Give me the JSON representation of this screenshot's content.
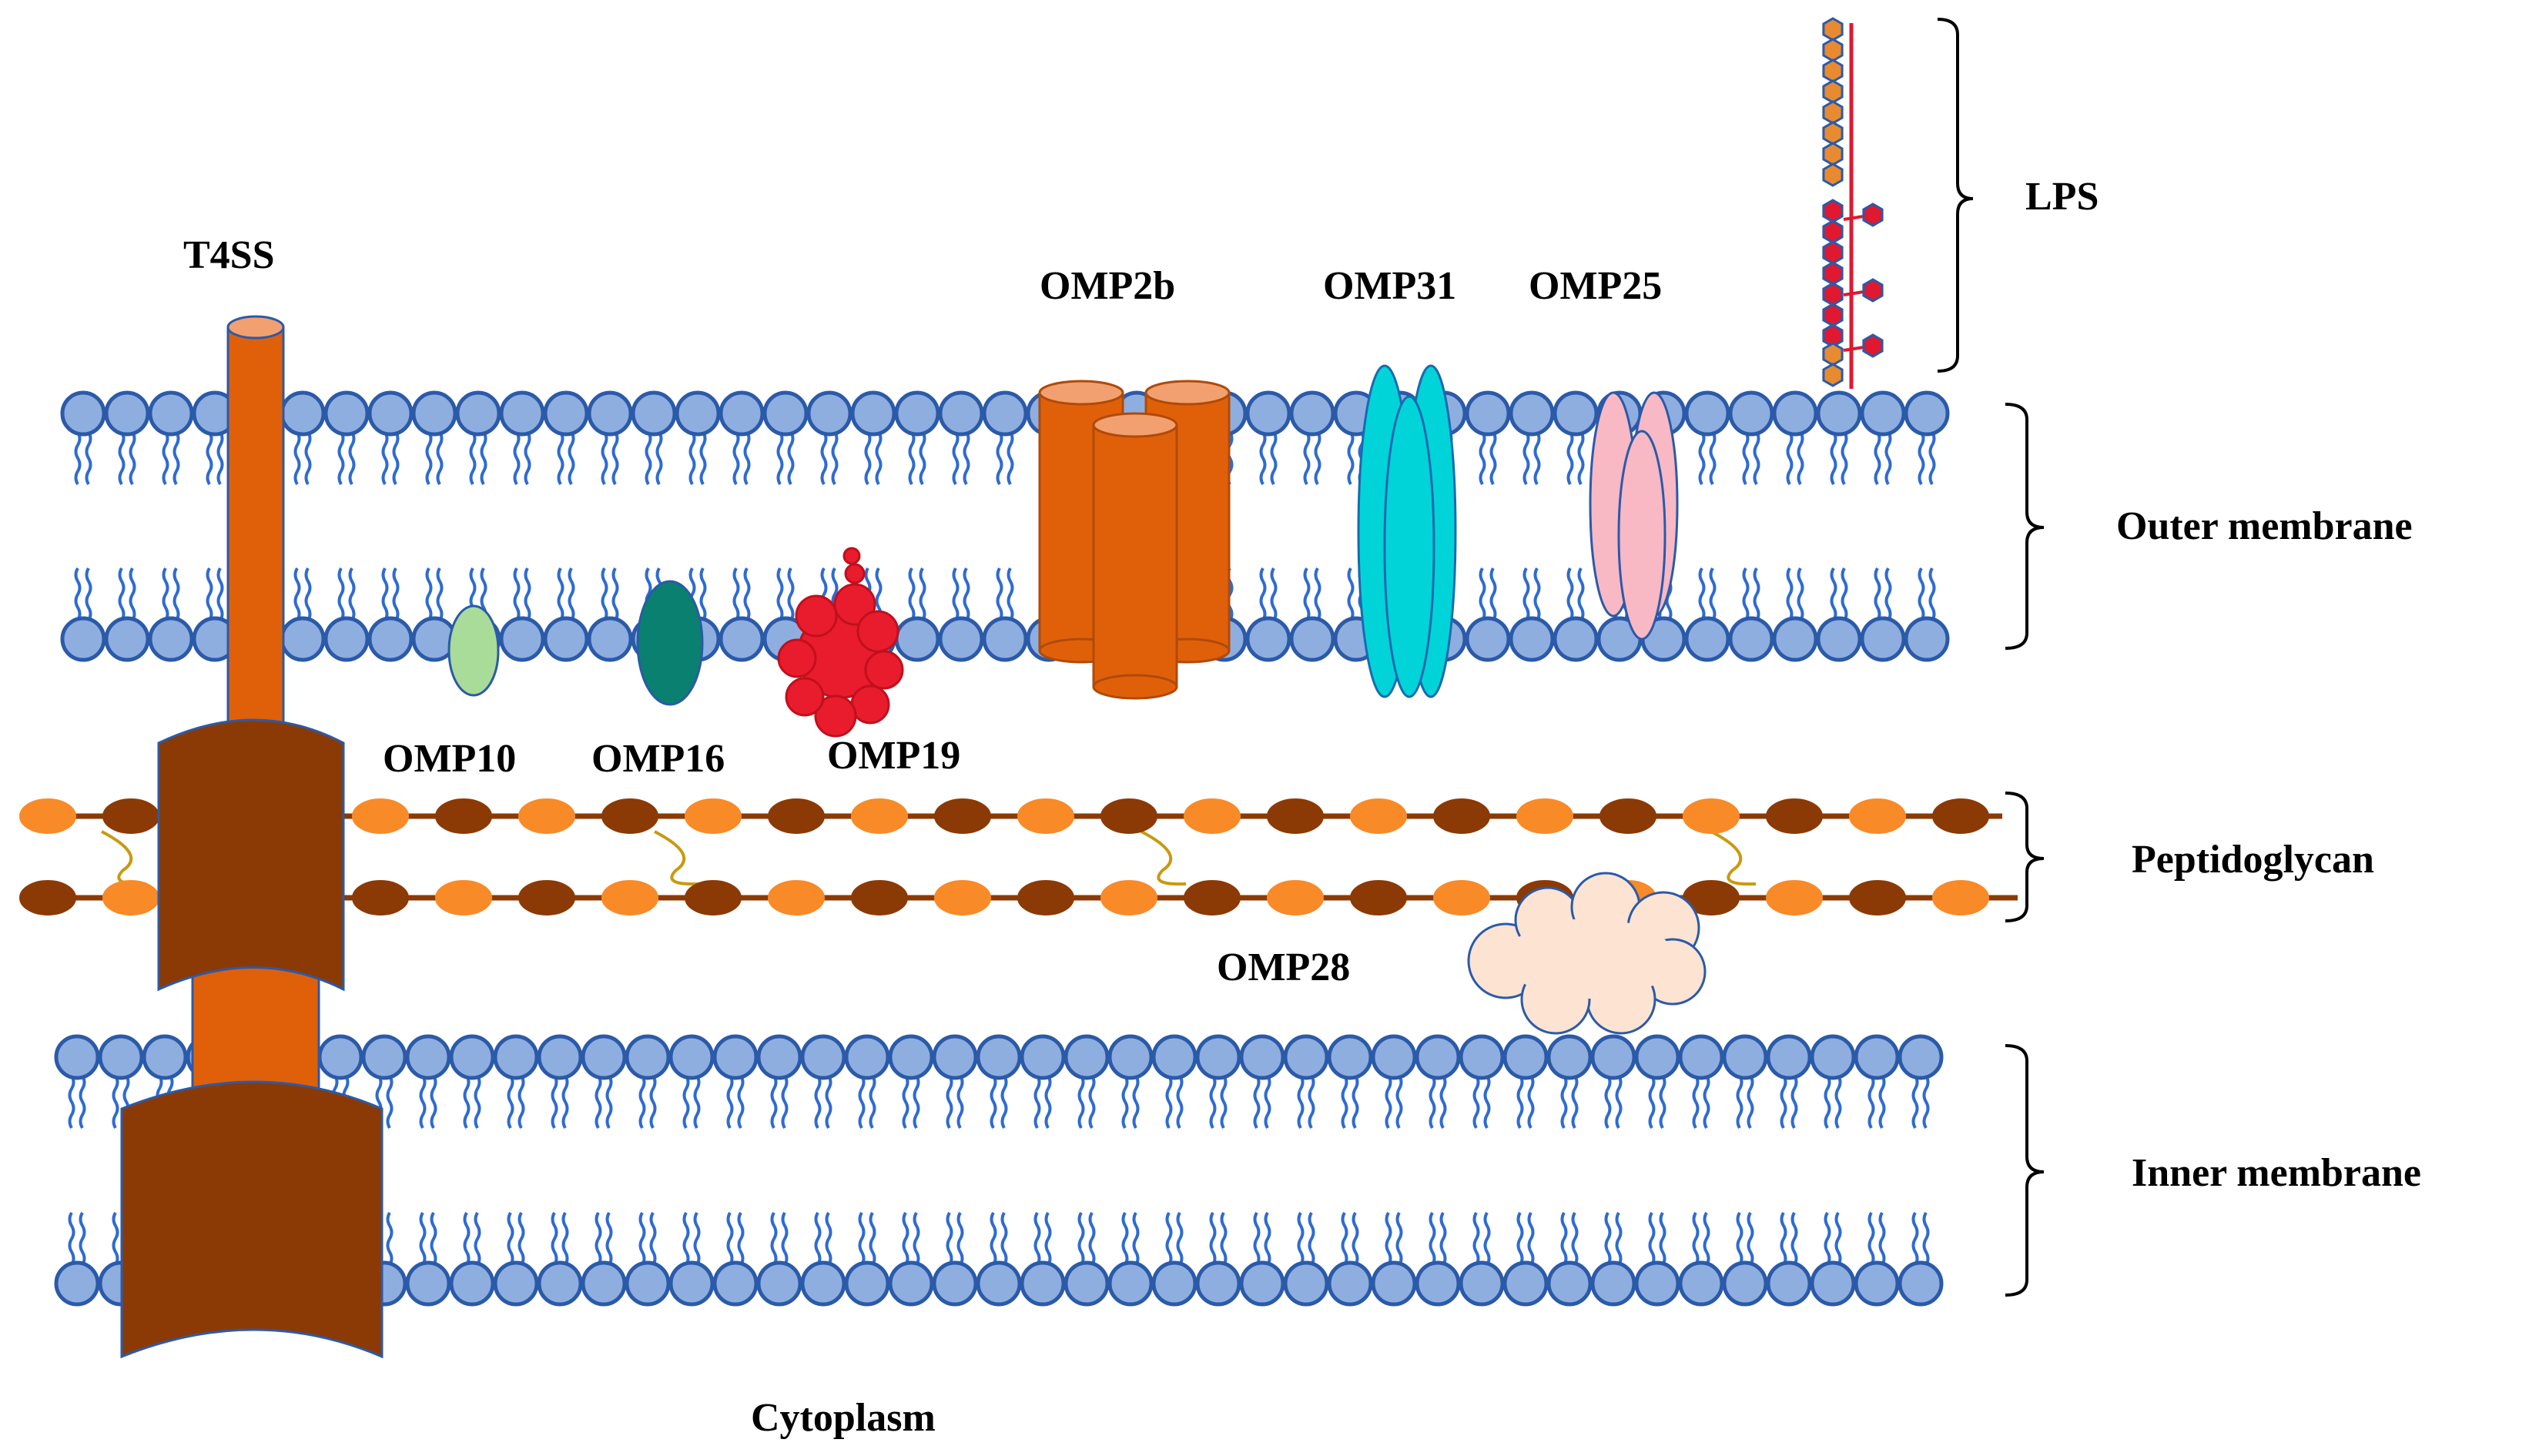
{
  "labels": {
    "t4ss": "T4SS",
    "omp2b": "OMP2b",
    "omp31": "OMP31",
    "omp25": "OMP25",
    "lps": "LPS",
    "omp10": "OMP10",
    "omp16": "OMP16",
    "omp19": "OMP19",
    "omp28": "OMP28",
    "outer_membrane": "Outer membrane",
    "peptidoglycan": "Peptidoglycan",
    "inner_membrane": "Inner membrane",
    "cytoplasm": "Cytoplasm"
  },
  "colors": {
    "lipid_head": "#8eaee0",
    "lipid_outline": "#2b5aa8",
    "lipid_tail": "#2f6bd0",
    "t4ss_inner": "#e0600a",
    "t4ss_outer": "#8b3a05",
    "omp2b": "#e0600a",
    "omp31": "#00d4d8",
    "omp25": "#f8b8c4",
    "omp10": "#a8dc98",
    "omp16": "#0a8070",
    "omp19": "#e81c2c",
    "omp28": "#fde4d2",
    "pg_light": "#f88a28",
    "pg_dark": "#8b3a05",
    "lps_core": "#e88a30",
    "lps_antigen": "#e01830"
  }
}
